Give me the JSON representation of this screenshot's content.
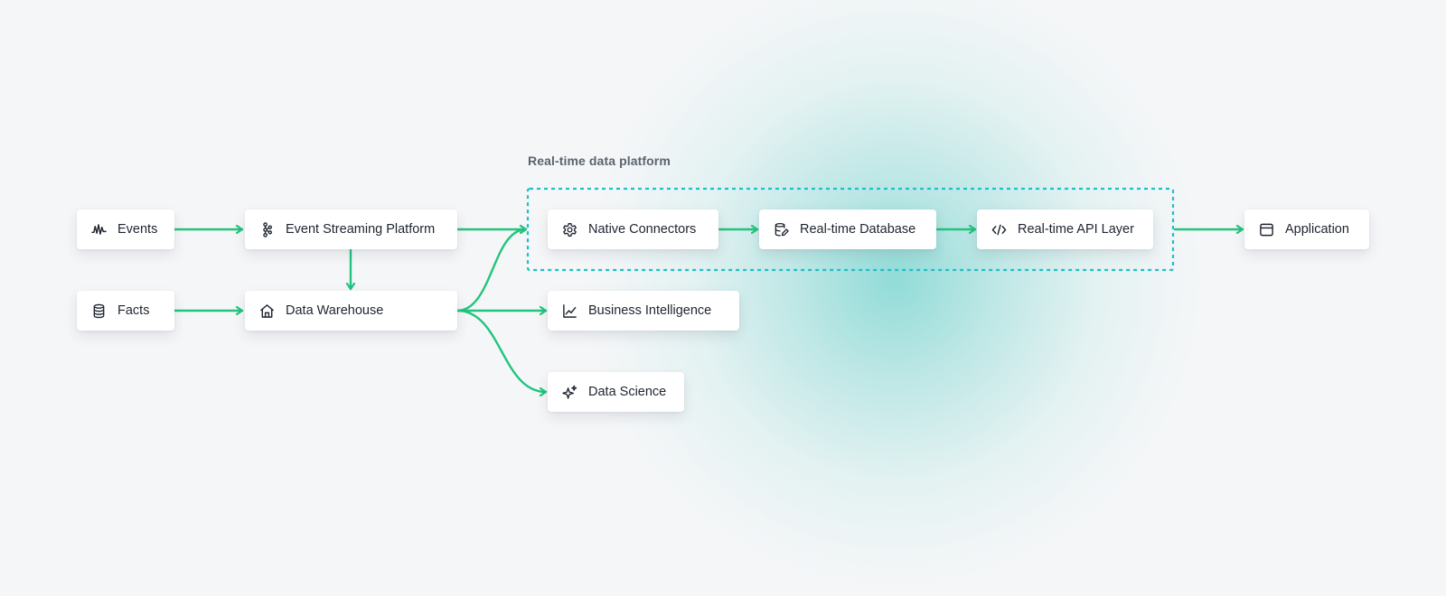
{
  "colors": {
    "edge": "#22c47e",
    "platform_border": "#1ec0c9",
    "icon": "#1e2430"
  },
  "platform": {
    "title": "Real-time data platform"
  },
  "nodes": [
    {
      "id": "events",
      "label": "Events",
      "icon": "waveform-icon"
    },
    {
      "id": "event-streaming",
      "label": "Event Streaming Platform",
      "icon": "streaming-nodes-icon"
    },
    {
      "id": "facts",
      "label": "Facts",
      "icon": "database-icon"
    },
    {
      "id": "data-warehouse",
      "label": "Data Warehouse",
      "icon": "house-icon"
    },
    {
      "id": "native-connectors",
      "label": "Native Connectors",
      "icon": "gear-icon"
    },
    {
      "id": "realtime-database",
      "label": "Real-time Database",
      "icon": "database-edit-icon"
    },
    {
      "id": "realtime-api",
      "label": "Real-time API Layer",
      "icon": "code-icon"
    },
    {
      "id": "application",
      "label": "Application",
      "icon": "window-icon"
    },
    {
      "id": "business-intelligence",
      "label": "Business Intelligence",
      "icon": "line-chart-icon"
    },
    {
      "id": "data-science",
      "label": "Data Science",
      "icon": "sparkles-icon"
    }
  ],
  "edges": [
    {
      "from": "events",
      "to": "event-streaming"
    },
    {
      "from": "facts",
      "to": "data-warehouse"
    },
    {
      "from": "event-streaming",
      "to": "data-warehouse"
    },
    {
      "from": "event-streaming",
      "to": "realtime-data-platform"
    },
    {
      "from": "data-warehouse",
      "to": "realtime-data-platform"
    },
    {
      "from": "data-warehouse",
      "to": "business-intelligence"
    },
    {
      "from": "data-warehouse",
      "to": "data-science"
    },
    {
      "from": "native-connectors",
      "to": "realtime-database"
    },
    {
      "from": "realtime-database",
      "to": "realtime-api"
    },
    {
      "from": "realtime-data-platform",
      "to": "application"
    }
  ]
}
